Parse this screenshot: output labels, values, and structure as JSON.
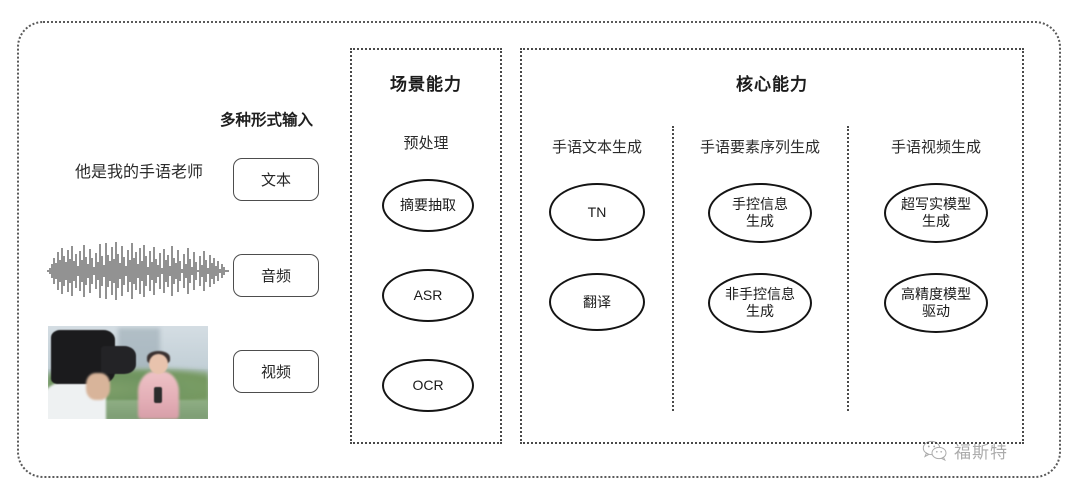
{
  "diagram": {
    "input_section": {
      "heading": "多种形式输入",
      "sample_text": "他是我的手语老师",
      "waveform_name": "audio-waveform",
      "video_thumb_name": "video-thumbnail",
      "buttons": [
        {
          "label": "文本"
        },
        {
          "label": "音频"
        },
        {
          "label": "视频"
        }
      ]
    },
    "scene_panel": {
      "title": "场景能力",
      "group_label": "预处理",
      "nodes": [
        {
          "label": "摘要抽取"
        },
        {
          "label": "ASR"
        },
        {
          "label": "OCR"
        }
      ]
    },
    "core_panel": {
      "title": "核心能力",
      "columns": [
        {
          "label": "手语文本生成",
          "nodes": [
            {
              "label": "TN"
            },
            {
              "label": "翻译"
            }
          ]
        },
        {
          "label": "手语要素序列生成",
          "nodes": [
            {
              "label": "手控信息\n生成"
            },
            {
              "label": "非手控信息\n生成"
            }
          ]
        },
        {
          "label": "手语视频生成",
          "nodes": [
            {
              "label": "超写实模型\n生成"
            },
            {
              "label": "高精度模型\n驱动"
            }
          ]
        }
      ]
    },
    "watermark": {
      "text": "福斯特",
      "icon": "wechat-icon"
    },
    "colors": {
      "border": "#4a4a4a",
      "text": "#262626",
      "node_stroke": "#141414",
      "background": "#ffffff"
    }
  }
}
